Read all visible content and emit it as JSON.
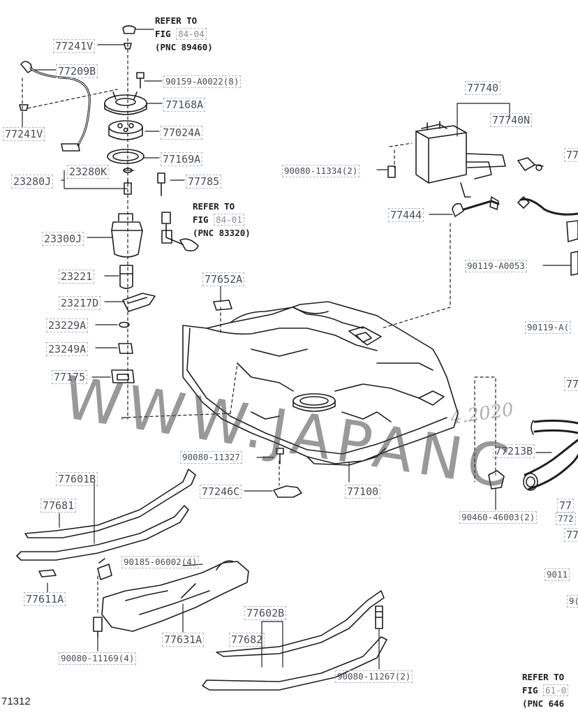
{
  "labels": {
    "p77241V_top": "77241V",
    "p77209B": "77209B",
    "p90159": "90159-A0022(8)",
    "p77168A": "77168A",
    "p77241V_left": "77241V",
    "p77024A": "77024A",
    "p77169A": "77169A",
    "p23280K": "23280K",
    "p23280J": "23280J",
    "p77785": "77785",
    "p23300J": "23300J",
    "p23221": "23221",
    "p23217D": "23217D",
    "p23229A": "23229A",
    "p23249A": "23249A",
    "p77175": "77175",
    "p77652A": "77652A",
    "p77740": "77740",
    "p77740N": "77740N",
    "p90080_11334": "90080-11334(2)",
    "p77444": "77444",
    "p90119_A0053": "90119-A0053",
    "p90119_A_trunc": "90119-A(",
    "p77_trunc1": "77",
    "p77_trunc2": "77",
    "p90080_11327": "90080-11327",
    "p77601B": "77601B",
    "p77681": "77681",
    "p77246C": "77246C",
    "p77100": "77100",
    "p77213B": "77213B",
    "p90460": "90460-46003(2)",
    "p772_trunc": "772",
    "p77_trunc3": "77",
    "p77_trunc4": "77",
    "p90185": "90185-06002(4)",
    "p77611A": "77611A",
    "p77631A": "77631A",
    "p77602B": "77602B",
    "p77682": "77682",
    "p90080_11169": "90080-11169(4)",
    "p90080_11267": "90080-11267(2)",
    "p9011_trunc": "9011",
    "p9_trunc": "9("
  },
  "refs": {
    "r1": {
      "line1": "REFER TO",
      "fig_prefix": "FIG ",
      "fig_num": "84-04",
      "line3": "(PNC 89460)"
    },
    "r2": {
      "line1": "REFER TO",
      "fig_prefix": "FIG ",
      "fig_num": "84-01",
      "line3": "(PNC 83320)"
    },
    "r3": {
      "line1": "REFER TO",
      "fig_prefix": "FIG ",
      "fig_num": "61-0",
      "line3": "(PNC 646"
    }
  },
  "watermark": "WWW.JAPANC",
  "watermark_small": "4.2020",
  "diagram_code": "71312"
}
